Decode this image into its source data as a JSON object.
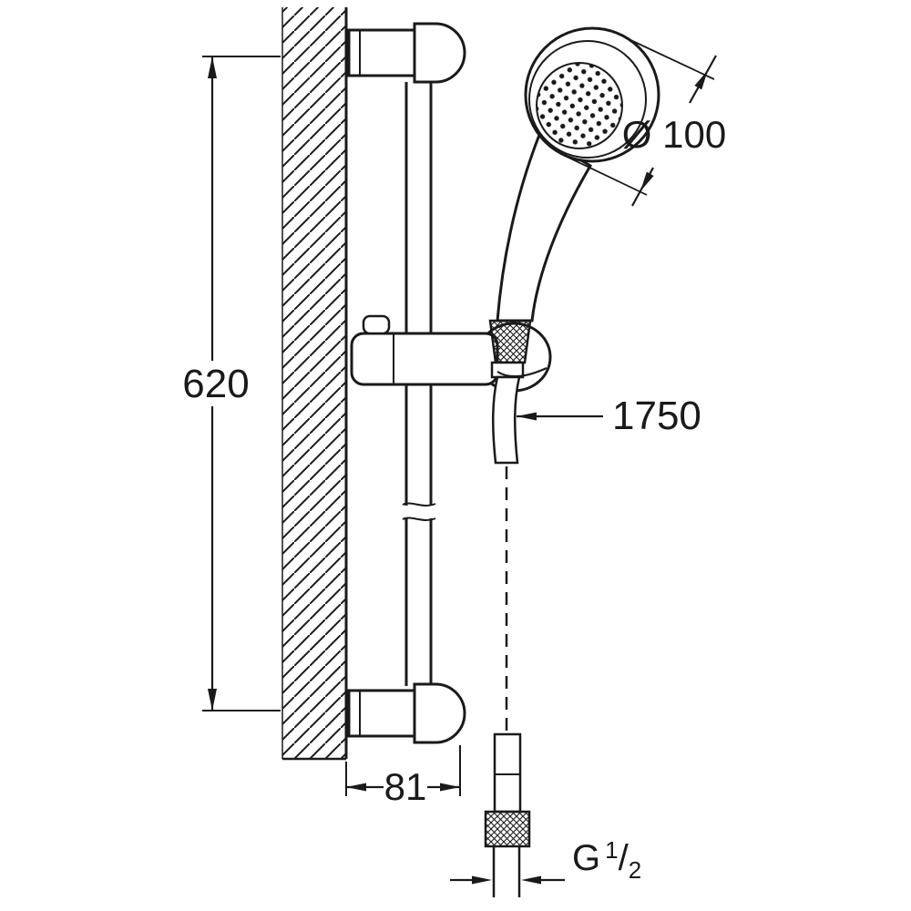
{
  "diagram": {
    "labels": {
      "rail_length": "620",
      "head_diameter": "Ø 100",
      "hose_length": "1750",
      "wall_offset": "81",
      "thread_prefix": "G",
      "thread_numerator": "1",
      "thread_slash": "/",
      "thread_denominator": "2"
    },
    "colors": {
      "line": "#1a1a1a",
      "background": "#ffffff"
    }
  }
}
